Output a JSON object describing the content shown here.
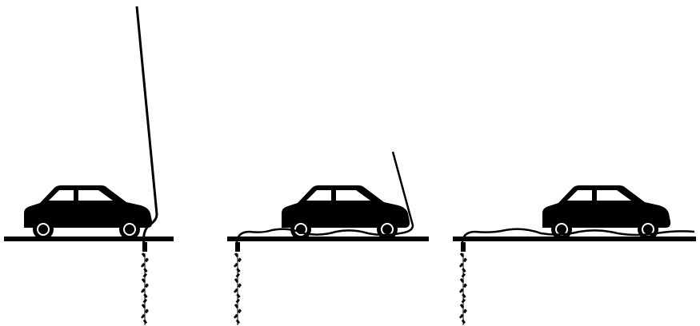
{
  "diagram": {
    "panels": [
      {
        "id": "panel-1",
        "state": "cable-raised"
      },
      {
        "id": "panel-2",
        "state": "cable-partially-lowered"
      },
      {
        "id": "panel-3",
        "state": "cable-laid-flat"
      }
    ],
    "colors": {
      "ink": "#000000",
      "background": "#ffffff"
    },
    "icons": {
      "vehicle": "car-icon",
      "ground_anchor": "screw-anchor-icon"
    }
  }
}
